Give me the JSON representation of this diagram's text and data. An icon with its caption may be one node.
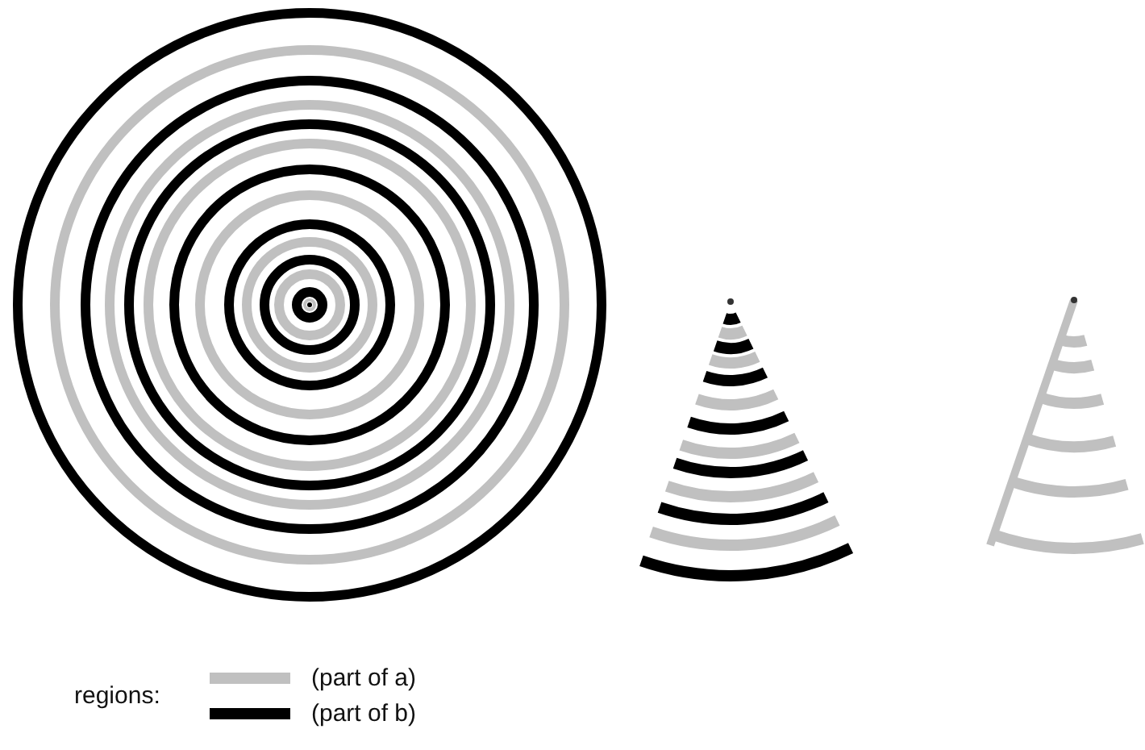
{
  "diagram": {
    "labels": [
      "regions:"
    ],
    "legend": [
      {
        "text": "(part of a)",
        "color": "#c0c0c0"
      },
      {
        "text": "(part of b)",
        "color": "#000000"
      }
    ]
  }
}
